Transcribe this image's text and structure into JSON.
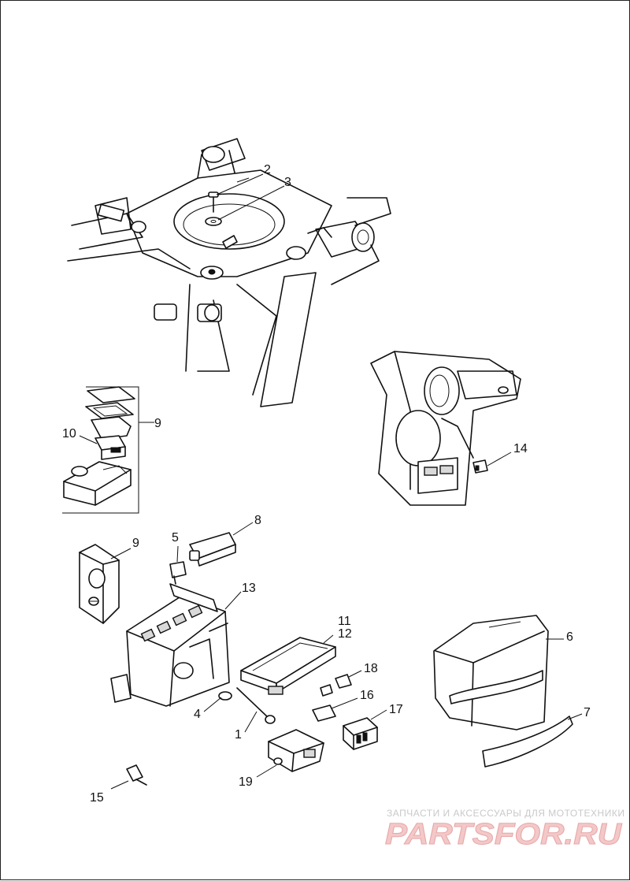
{
  "callouts": [
    {
      "id": "c2",
      "label": "2"
    },
    {
      "id": "c3",
      "label": "3"
    },
    {
      "id": "c9a",
      "label": "9"
    },
    {
      "id": "c10",
      "label": "10"
    },
    {
      "id": "c14",
      "label": "14"
    },
    {
      "id": "c8",
      "label": "8"
    },
    {
      "id": "c5",
      "label": "5"
    },
    {
      "id": "c9b",
      "label": "9"
    },
    {
      "id": "c13",
      "label": "13"
    },
    {
      "id": "c11",
      "label": "11"
    },
    {
      "id": "c12",
      "label": "12"
    },
    {
      "id": "c6",
      "label": "6"
    },
    {
      "id": "c18",
      "label": "18"
    },
    {
      "id": "c16",
      "label": "16"
    },
    {
      "id": "c17",
      "label": "17"
    },
    {
      "id": "c4",
      "label": "4"
    },
    {
      "id": "c1",
      "label": "1"
    },
    {
      "id": "c7",
      "label": "7"
    },
    {
      "id": "c19",
      "label": "19"
    },
    {
      "id": "c15",
      "label": "15"
    }
  ],
  "watermark": {
    "subtitle": "ЗАПЧАСТИ И АКСЕССУАРЫ ДЛЯ МОТОТЕХНИКИ",
    "logo": "PARTSFOR.RU"
  }
}
